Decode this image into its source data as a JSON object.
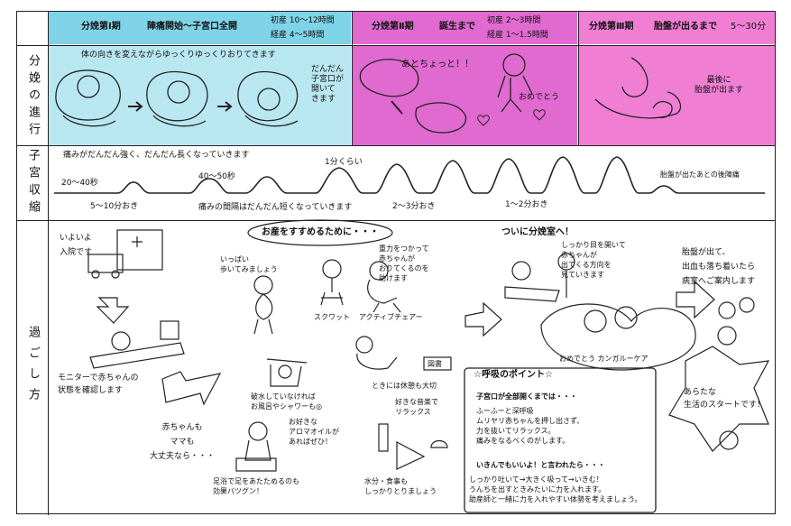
{
  "header": {
    "stage1": {
      "label": "分娩第Ⅰ期",
      "desc": "陣痛開始〜子宮口全開",
      "time_primi": "初産  10〜12時間",
      "time_multi": "経産  4〜5時間",
      "color": "#7fd3e6"
    },
    "stage2": {
      "label": "分娩第Ⅱ期",
      "desc": "誕生まで",
      "time_primi": "初産  2〜3時間",
      "time_multi": "経産  1〜1.5時間",
      "color": "#e06ad0"
    },
    "stage3": {
      "label": "分娩第Ⅲ期",
      "desc": "胎盤が出るまで",
      "time": "5〜30分",
      "color": "#f07fd4"
    }
  },
  "rows": {
    "progress": "分娩の進行",
    "contraction": "子宮収縮",
    "howto": "過ごし方"
  },
  "progress": {
    "caption_top": "体の向きを変えながらゆっくりゆっくりおりてきます",
    "dilation_note": "だんだん\n子宮口が\n開いて\nきます",
    "baby_voice": "あとちょっと！！",
    "congrats": "おめでとう",
    "placenta_note": "最後に\n胎盤が出ます"
  },
  "contraction": {
    "stronger": "痛みがだんだん強く、だんだん長くなっていきます",
    "shorter": "痛みの間隔はだんだん短くなっていきます",
    "labels": [
      "20〜40秒",
      "5〜10分おき",
      "40〜50秒",
      "1分くらい",
      "2〜3分おき",
      "1〜2分おき"
    ],
    "afterpain": "胎盤が出たあとの後陣痛"
  },
  "howto": {
    "hospital": "いよいよ\n入院です",
    "monitor": "モニターで赤ちゃんの\n状態を確認します",
    "reassure": "赤ちゃんも\nママも\n大丈夫なら・・・",
    "promote_title": "お産をすすめるために・・・",
    "walk": "いっぱい\n歩いてみましょう",
    "gravity": "重力をつかって\n赤ちゃんが\nおりてくるのを\n助けます",
    "squat": "スクワット",
    "active_chair": "アクティブチェアー",
    "rest": "ときには休憩も大切",
    "rest_sign": "図書",
    "music": "好きな音楽で\nリラックス",
    "shower": "破水していなければ\nお風呂やシャワーも◎",
    "aroma": "お好きな\nアロマオイルが\nあればぜひ！",
    "footbath": "足浴で足をあたためるのも\n効果バツグン！",
    "food": "水分・食事も\nしっかりとりましょう",
    "breath_title": "☆呼吸のポイント☆",
    "breath_h1": "子宮口が全部開くまでは・・・",
    "breath_b1": "ふーふーと深呼吸\nムリヤリ赤ちゃんを押し出さず、\n力を抜いてリラックス。\n痛みをなるべくのがします。",
    "breath_h2": "いきんでもいいよ！と言われたら・・・",
    "breath_b2": "しっかり吐いて→大きく吸って→いきむ！\nうんちを出すときみたいに力を入れます。\n助産師と一緒に力を入れやすい体勢を考えましょう。",
    "delivery_room": "ついに分娩室へ！",
    "eyes_open": "しっかり目を開いて\n赤ちゃんが\n出てくる方向を\n見ていきます",
    "kangaroo": "おめでとう カンガルーケア",
    "after_placenta": "胎盤が出て、\n出血も落ち着いたら\n病室へご案内します",
    "new_life": "あらたな\n生活のスタートです！"
  },
  "colors": {
    "ink": "#222222",
    "cyan": "#7fd3e6",
    "magenta": "#e06ad0",
    "pink": "#f07fd4",
    "highlight": "#222222"
  }
}
